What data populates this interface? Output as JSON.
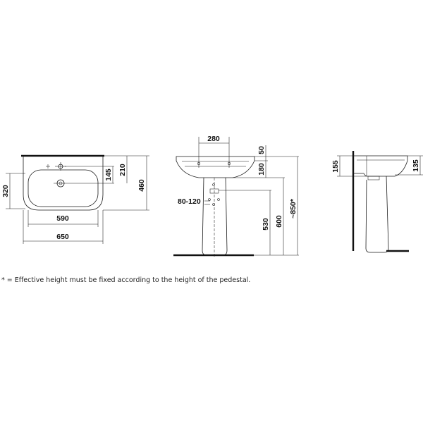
{
  "plan_view": {
    "dim_width_inner": "590",
    "dim_width_outer": "650",
    "dim_depth_left": "320",
    "dim_tap_145": "145",
    "dim_tap_210": "210",
    "dim_depth_right": "460"
  },
  "front_view": {
    "dim_tap_spacing": "280",
    "dim_rim": "50",
    "dim_bowl": "180",
    "dim_outlet": "80-120",
    "dim_530": "530",
    "dim_600": "600",
    "dim_total": "~850*"
  },
  "side_view": {
    "dim_155": "155",
    "dim_135": "135"
  },
  "footnote": "* = Effective height must be fixed according to the height of the pedestal."
}
